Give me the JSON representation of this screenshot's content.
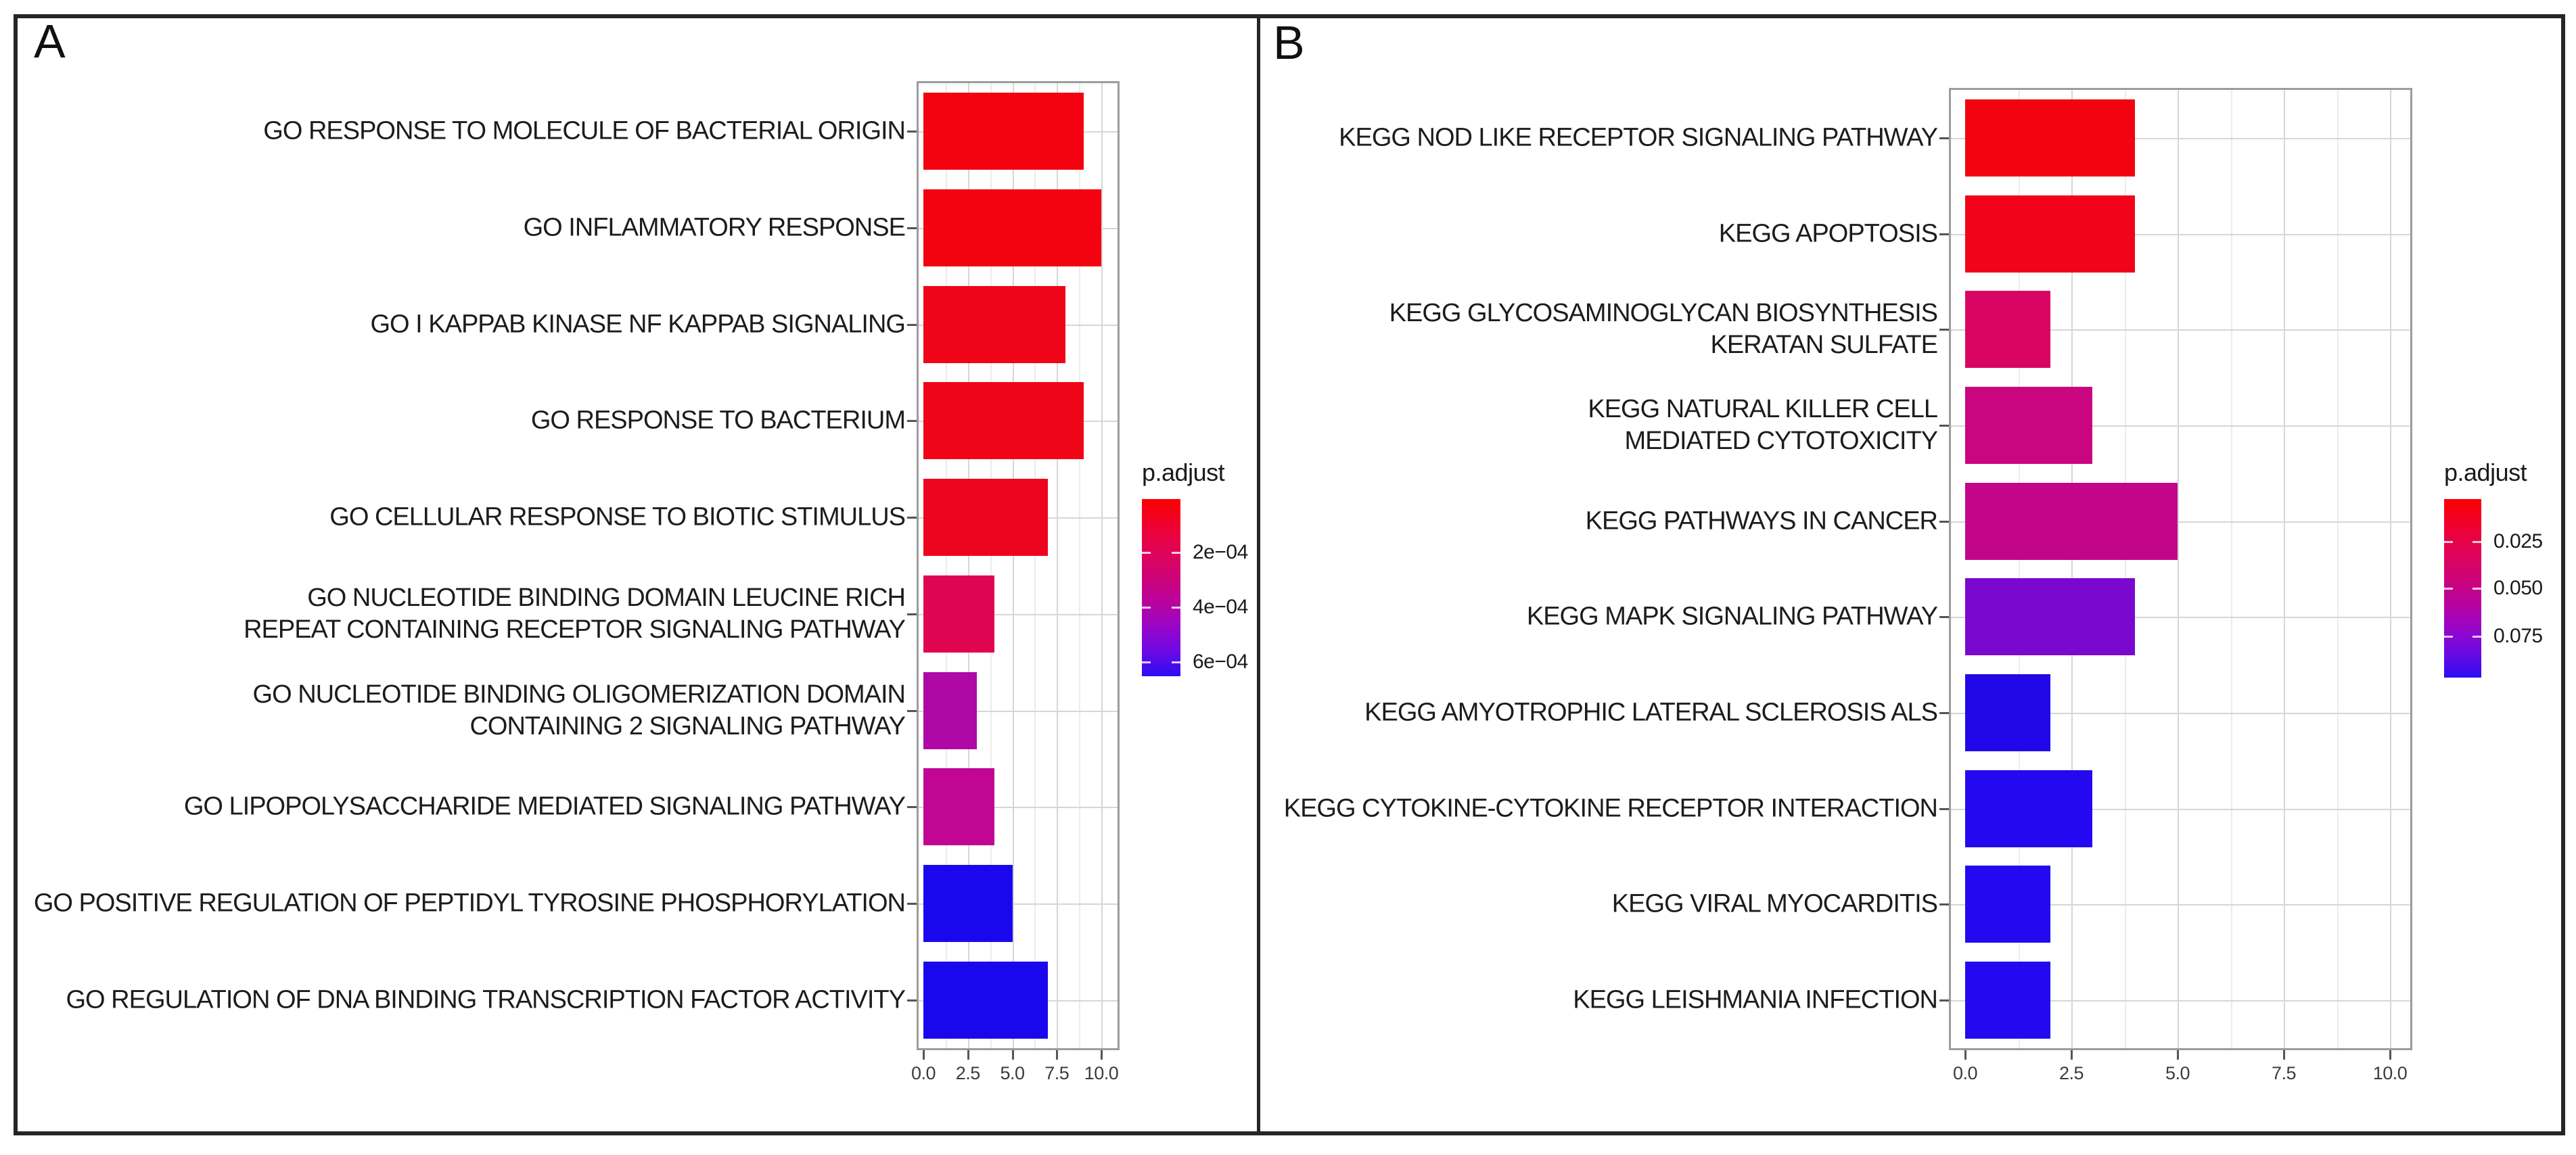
{
  "figure": {
    "panel_a_label": "A",
    "panel_b_label": "B"
  },
  "chart_data": [
    {
      "type": "bar",
      "panel": "A",
      "orientation": "horizontal",
      "title": "",
      "xlabel": "",
      "ylabel": "",
      "xlim": [
        0,
        10
      ],
      "x_ticks": [
        {
          "value": 0,
          "label": "0.0"
        },
        {
          "value": 2.5,
          "label": "2.5"
        },
        {
          "value": 5,
          "label": "5.0"
        },
        {
          "value": 7.5,
          "label": "7.5"
        },
        {
          "value": 10,
          "label": "10.0"
        }
      ],
      "grid": true,
      "legend": {
        "title": "p.adjust",
        "position": "right",
        "gradient_top_color": "#fb0000",
        "gradient_bottom_color": "#2e0cf2",
        "ticks": [
          {
            "label": "2e−04",
            "frac": 0.3
          },
          {
            "label": "4e−04",
            "frac": 0.61
          },
          {
            "label": "6e−04",
            "frac": 0.92
          }
        ]
      },
      "bars": [
        {
          "lines": [
            "GO RESPONSE TO MOLECULE OF BACTERIAL ORIGIN"
          ],
          "value": 9,
          "color": "#f2030f"
        },
        {
          "lines": [
            "GO INFLAMMATORY RESPONSE"
          ],
          "value": 10,
          "color": "#f2030f"
        },
        {
          "lines": [
            "GO I KAPPAB KINASE NF KAPPAB SIGNALING"
          ],
          "value": 8,
          "color": "#f00418"
        },
        {
          "lines": [
            "GO RESPONSE TO BACTERIUM"
          ],
          "value": 9,
          "color": "#f00418"
        },
        {
          "lines": [
            "GO CELLULAR RESPONSE TO BIOTIC STIMULUS"
          ],
          "value": 7,
          "color": "#ed0520"
        },
        {
          "lines": [
            "GO NUCLEOTIDE BINDING DOMAIN LEUCINE RICH",
            "REPEAT CONTAINING RECEPTOR SIGNALING PATHWAY"
          ],
          "value": 4,
          "color": "#e00550"
        },
        {
          "lines": [
            "GO NUCLEOTIDE BINDING OLIGOMERIZATION DOMAIN",
            "CONTAINING 2 SIGNALING PATHWAY"
          ],
          "value": 3,
          "color": "#ae09a6"
        },
        {
          "lines": [
            "GO LIPOPOLYSACCHARIDE MEDIATED SIGNALING PATHWAY"
          ],
          "value": 4,
          "color": "#c00693"
        },
        {
          "lines": [
            "GO POSITIVE REGULATION OF PEPTIDYL TYROSINE PHOSPHORYLATION"
          ],
          "value": 5,
          "color": "#1b07ee"
        },
        {
          "lines": [
            "GO REGULATION OF DNA BINDING TRANSCRIPTION FACTOR ACTIVITY"
          ],
          "value": 7,
          "color": "#1b07ee"
        }
      ]
    },
    {
      "type": "bar",
      "panel": "B",
      "orientation": "horizontal",
      "title": "",
      "xlabel": "",
      "ylabel": "",
      "xlim": [
        0,
        10
      ],
      "x_ticks": [
        {
          "value": 0,
          "label": "0.0"
        },
        {
          "value": 2.5,
          "label": "2.5"
        },
        {
          "value": 5,
          "label": "5.0"
        },
        {
          "value": 7.5,
          "label": "7.5"
        },
        {
          "value": 10,
          "label": "10.0"
        }
      ],
      "grid": true,
      "legend": {
        "title": "p.adjust",
        "position": "right",
        "gradient_top_color": "#fb0000",
        "gradient_bottom_color": "#2e0cf2",
        "ticks": [
          {
            "label": "0.025",
            "frac": 0.24
          },
          {
            "label": "0.050",
            "frac": 0.5
          },
          {
            "label": "0.075",
            "frac": 0.77
          }
        ]
      },
      "bars": [
        {
          "lines": [
            "KEGG NOD LIKE RECEPTOR SIGNALING PATHWAY"
          ],
          "value": 4,
          "color": "#f20310"
        },
        {
          "lines": [
            "KEGG APOPTOSIS"
          ],
          "value": 4,
          "color": "#f10419"
        },
        {
          "lines": [
            "KEGG GLYCOSAMINOGLYCAN BIOSYNTHESIS",
            "KERATAN SULFATE"
          ],
          "value": 2,
          "color": "#da0562"
        },
        {
          "lines": [
            "KEGG NATURAL KILLER CELL",
            "MEDIATED CYTOTOXICITY"
          ],
          "value": 3,
          "color": "#c9067f"
        },
        {
          "lines": [
            "KEGG PATHWAYS IN CANCER"
          ],
          "value": 5,
          "color": "#c30689"
        },
        {
          "lines": [
            "KEGG MAPK SIGNALING PATHWAY"
          ],
          "value": 4,
          "color": "#7a08ce"
        },
        {
          "lines": [
            "KEGG AMYOTROPHIC LATERAL SCLEROSIS ALS"
          ],
          "value": 2,
          "color": "#2208e8"
        },
        {
          "lines": [
            "KEGG CYTOKINE-CYTOKINE RECEPTOR INTERACTION"
          ],
          "value": 3,
          "color": "#2408f0"
        },
        {
          "lines": [
            "KEGG VIRAL MYOCARDITIS"
          ],
          "value": 2,
          "color": "#2408f0"
        },
        {
          "lines": [
            "KEGG LEISHMANIA INFECTION"
          ],
          "value": 2,
          "color": "#2408f0"
        }
      ]
    }
  ]
}
